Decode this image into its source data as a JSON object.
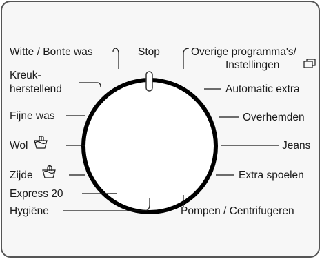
{
  "dial": {
    "stop": "Stop",
    "left": {
      "witte_bonte": "Witte / Bonte was",
      "kreuk_1": "Kreuk-",
      "kreuk_2": "herstellend",
      "fijne_was": "Fijne was",
      "wol": "Wol",
      "zijde": "Zijde",
      "express": "Express 20",
      "hygiene": "Hygiëne"
    },
    "right": {
      "overige_1": "Overige programma's/",
      "overige_2": "Instellingen",
      "automatic": "Automatic extra",
      "overhemden": "Overhemden",
      "jeans": "Jeans",
      "extra_spoelen": "Extra spoelen",
      "pompen": "Pompen / Centrifugeren"
    },
    "icons": {
      "wash_tub": "hand-wash-tub-icon",
      "settings": "stacked-windows-icon"
    }
  }
}
